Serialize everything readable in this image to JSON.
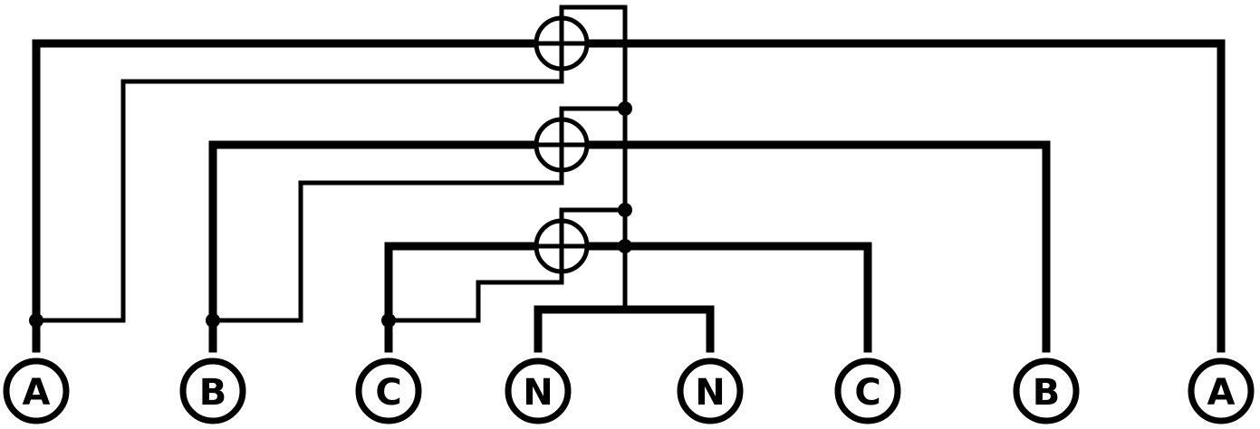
{
  "terminals": [
    {
      "id": "t1",
      "label": "A"
    },
    {
      "id": "t2",
      "label": "B"
    },
    {
      "id": "t3",
      "label": "C"
    },
    {
      "id": "t4",
      "label": "N"
    },
    {
      "id": "t5",
      "label": "N"
    },
    {
      "id": "t6",
      "label": "C"
    },
    {
      "id": "t7",
      "label": "B"
    },
    {
      "id": "t8",
      "label": "A"
    }
  ],
  "meters": [
    {
      "id": "m1"
    },
    {
      "id": "m2"
    },
    {
      "id": "m3"
    }
  ],
  "colors": {
    "line": "#000000",
    "background": "#ffffff"
  }
}
